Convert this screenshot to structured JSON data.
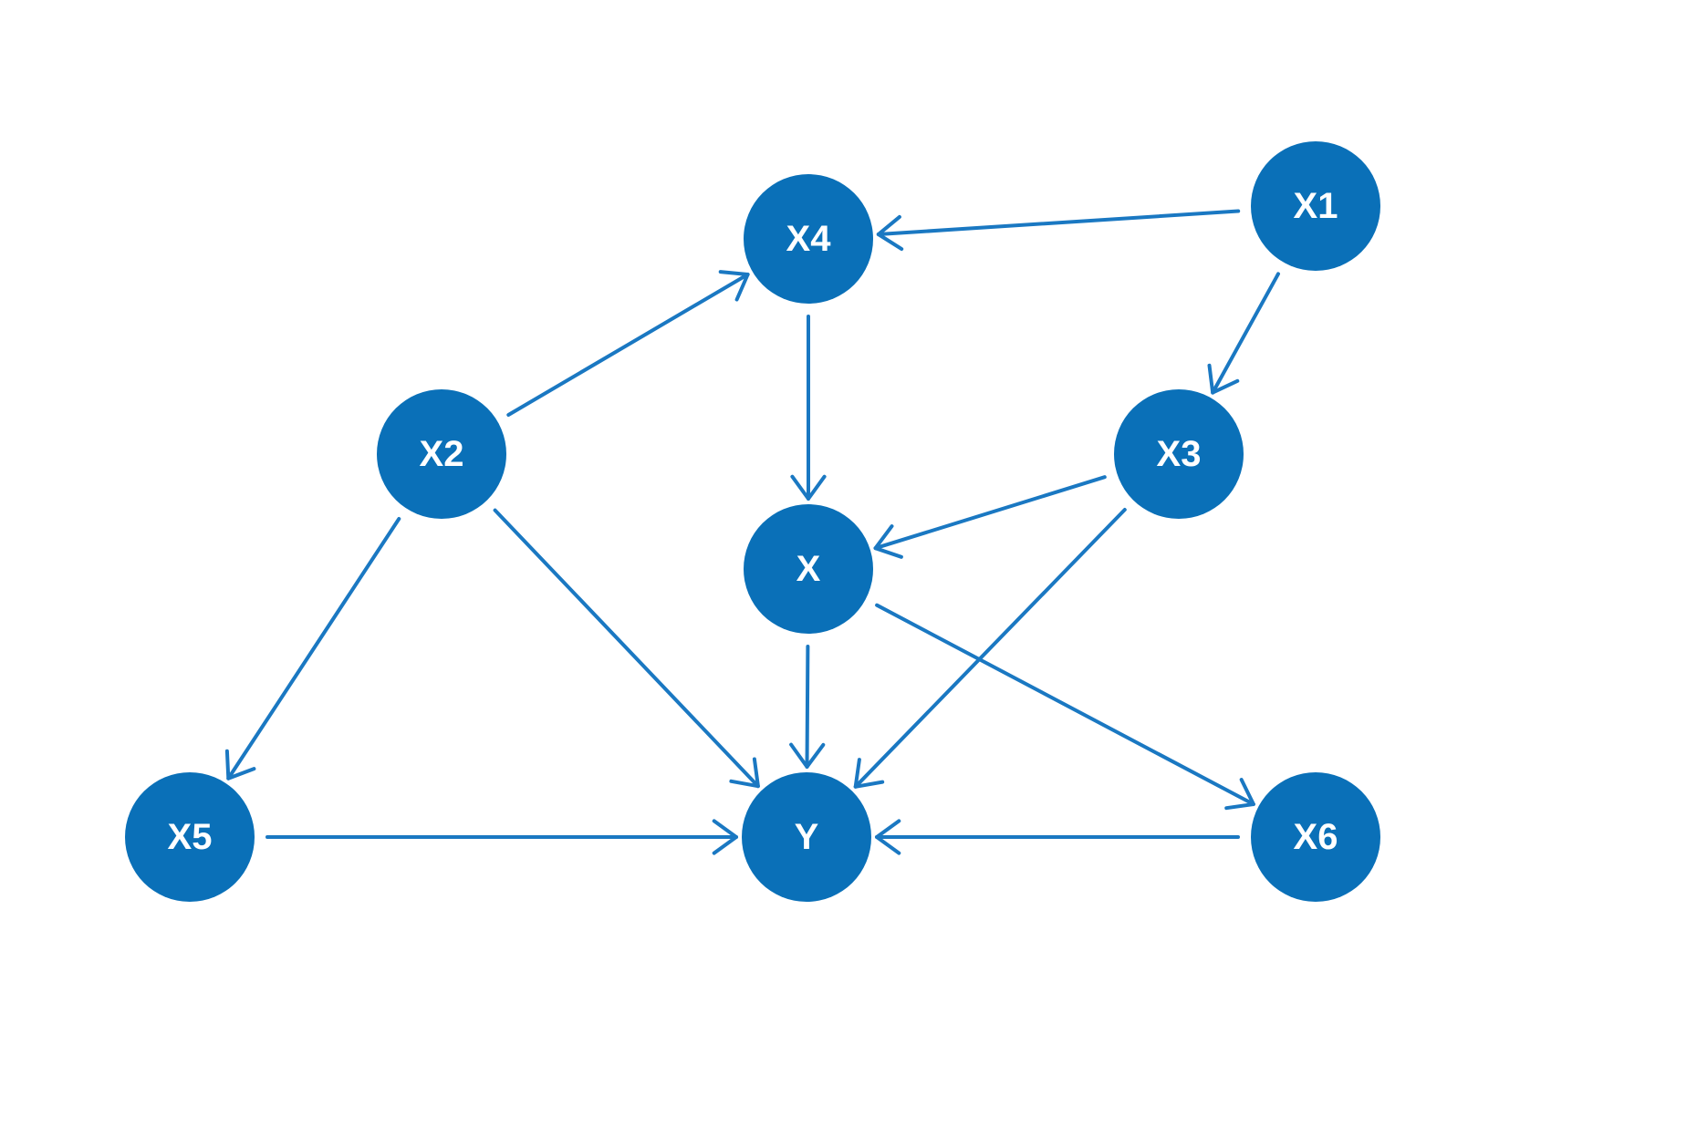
{
  "colors": {
    "node_fill": "#0A70B8",
    "edge_stroke": "#1A78C2",
    "label_text": "#FFFFFF",
    "background": "#FFFFFF"
  },
  "nodes": [
    {
      "id": "X1",
      "label": "X1"
    },
    {
      "id": "X2",
      "label": "X2"
    },
    {
      "id": "X3",
      "label": "X3"
    },
    {
      "id": "X4",
      "label": "X4"
    },
    {
      "id": "X5",
      "label": "X5"
    },
    {
      "id": "X6",
      "label": "X6"
    },
    {
      "id": "X",
      "label": "X"
    },
    {
      "id": "Y",
      "label": "Y"
    }
  ],
  "edges": [
    {
      "from": "X1",
      "to": "X4"
    },
    {
      "from": "X1",
      "to": "X3"
    },
    {
      "from": "X2",
      "to": "X4"
    },
    {
      "from": "X4",
      "to": "X"
    },
    {
      "from": "X3",
      "to": "X"
    },
    {
      "from": "X2",
      "to": "X5"
    },
    {
      "from": "X2",
      "to": "Y"
    },
    {
      "from": "X3",
      "to": "Y"
    },
    {
      "from": "X",
      "to": "Y"
    },
    {
      "from": "X",
      "to": "X6"
    },
    {
      "from": "X5",
      "to": "Y"
    },
    {
      "from": "X6",
      "to": "Y"
    }
  ]
}
